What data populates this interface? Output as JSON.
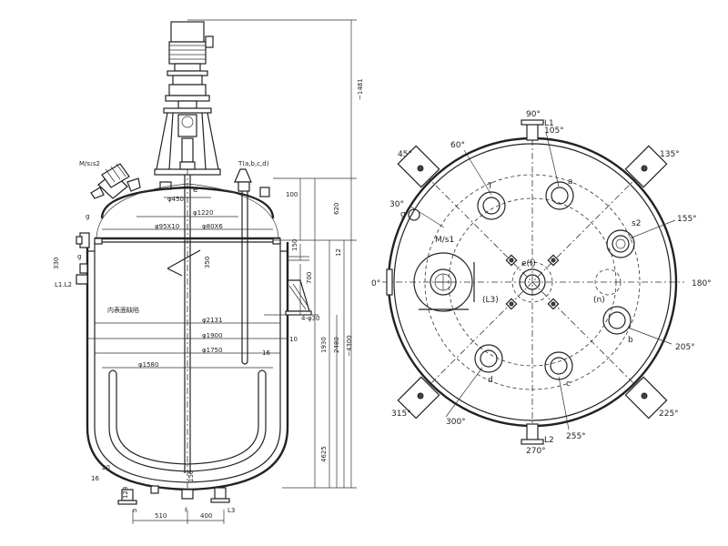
{
  "elevation": {
    "top_labels": {
      "manhole": "M/s₁s2",
      "thermo": "T(a,b,c,d)"
    },
    "dims": {
      "d450": "φ450",
      "d1220": "φ1220",
      "d95": "φ95X10",
      "d80": "φ80X6",
      "d2131": "φ2131",
      "d1900": "φ1900",
      "d1750": "φ1750",
      "d1580": "φ1580",
      "d30": "4-φ30",
      "e": "e",
      "g": "g",
      "l1l2": "L1.L2",
      "n": "n",
      "f": "f",
      "l3": "L3",
      "v100": "100",
      "v620": "620",
      "v12": "12",
      "v150": "150",
      "v700": "700",
      "v350": "350",
      "v330": "330",
      "v10": "10",
      "v16": "16",
      "v1930": "1930",
      "v2480": "2480",
      "v4300": "~4300",
      "v1481": "~1481",
      "v4625": "4625",
      "v128": "128",
      "v150b": "150",
      "v510": "510",
      "v400": "400",
      "v20": "20",
      "v16b": "16",
      "note": "内表面缺陷"
    }
  },
  "plan": {
    "angles": {
      "a90": "90°",
      "a105": "105°",
      "a135": "135°",
      "a155": "155°",
      "a180": "180°",
      "a205": "205°",
      "a225": "225°",
      "a255": "255°",
      "a270": "270°",
      "a300": "300°",
      "a315": "315°",
      "a0": "0°",
      "a30": "30°",
      "a45": "45°",
      "a60": "60°"
    },
    "labels": {
      "L1": "L1",
      "L2": "L2",
      "a": "a",
      "b": "b",
      "c": "c",
      "d": "d",
      "T": "T",
      "g": "g",
      "s2": "s2",
      "ms1": "M/s1",
      "ef": "e(f)",
      "L3": "(L3)",
      "n": "(n)"
    }
  }
}
